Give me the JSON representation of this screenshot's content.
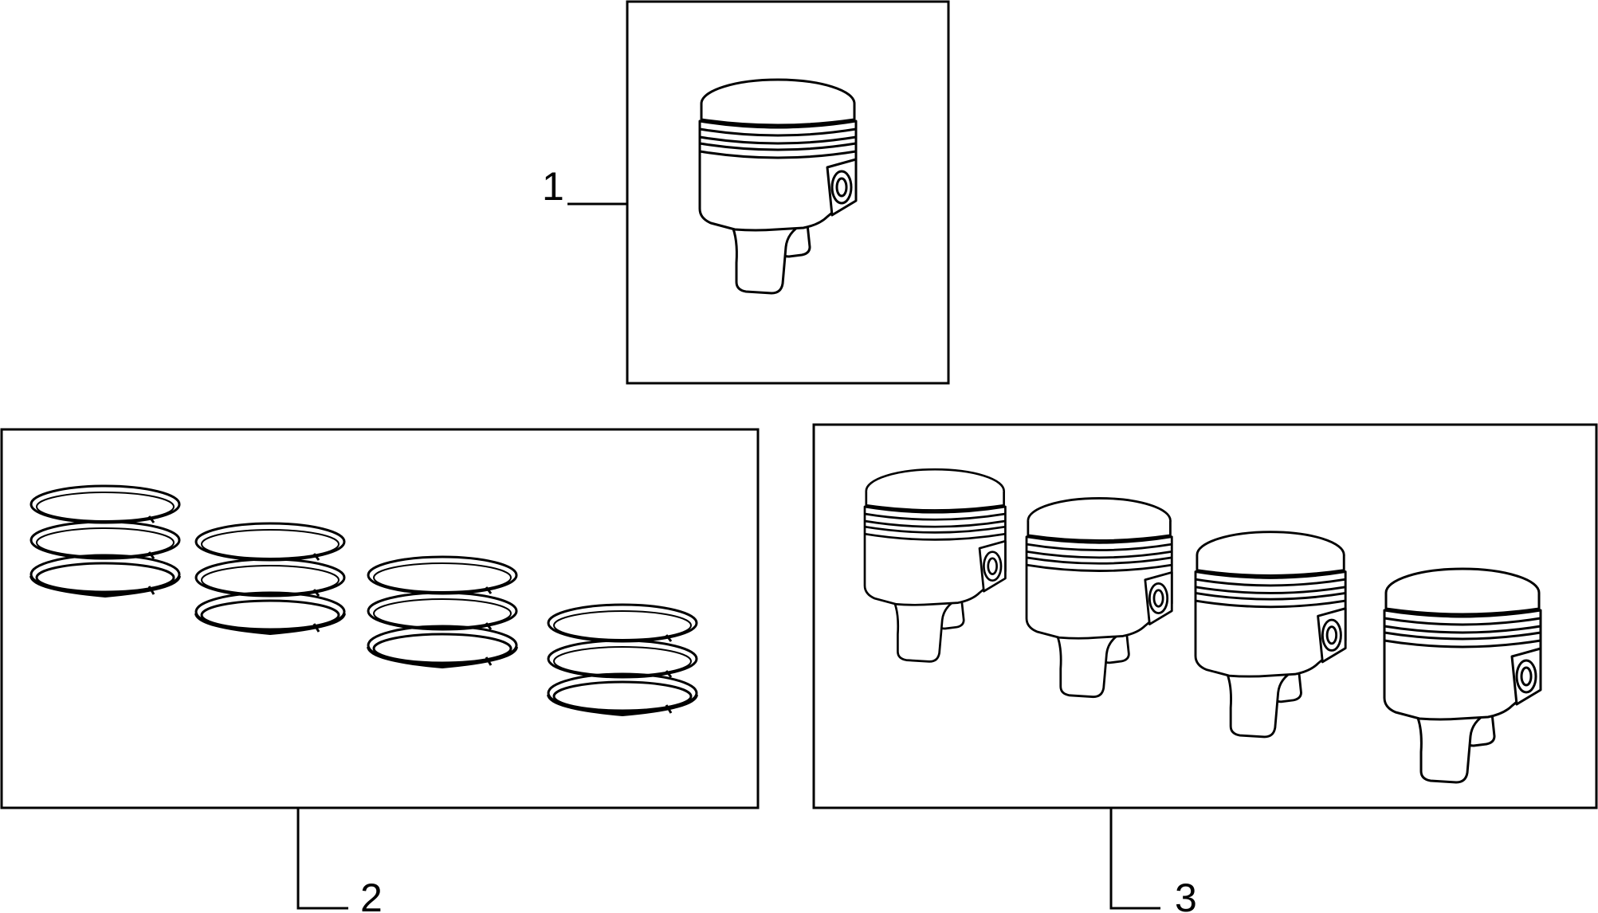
{
  "callouts": {
    "label_1": "1",
    "label_2": "2",
    "label_3": "3"
  },
  "colors": {
    "line": "#000000",
    "background": "#ffffff"
  },
  "parts": {
    "box_1_contents": {
      "pistons": 1
    },
    "box_2_contents": {
      "ring_sets": 4,
      "rings_per_set": 3
    },
    "box_3_contents": {
      "pistons": 4
    }
  }
}
